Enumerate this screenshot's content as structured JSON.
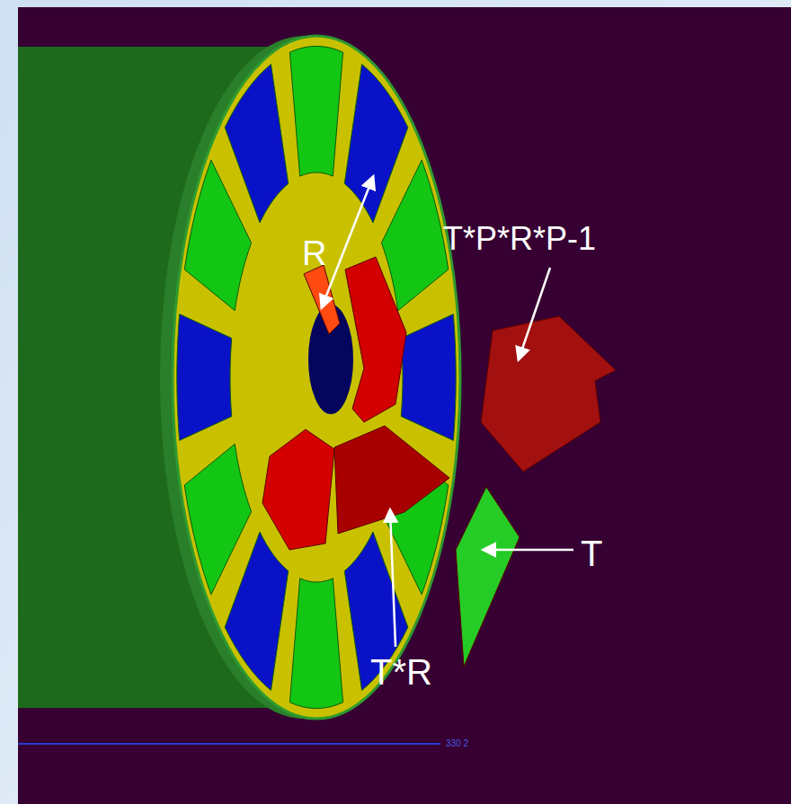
{
  "diagram": {
    "labels": [
      "R",
      "T*P*R*P-1",
      "T*R",
      "T",
      "330 2"
    ]
  }
}
